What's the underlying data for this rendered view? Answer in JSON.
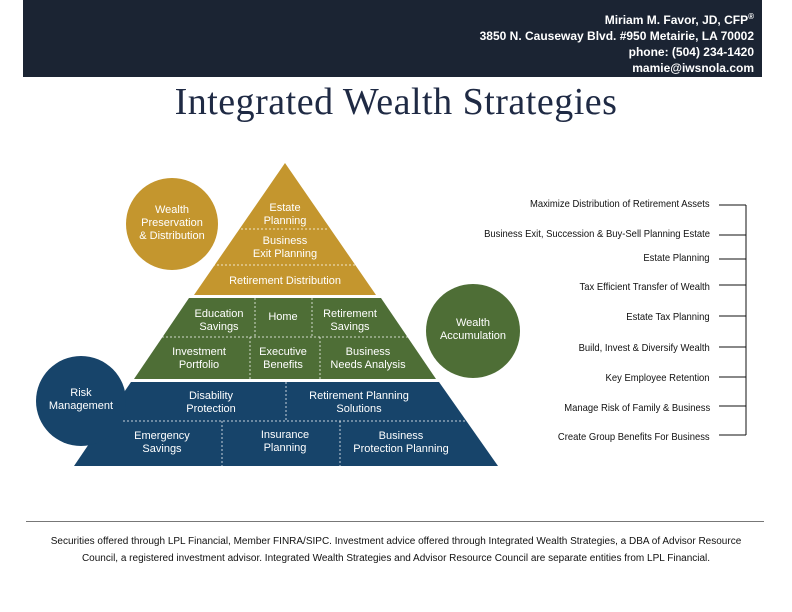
{
  "contact": {
    "name": "Miriam M. Favor, JD, CFP",
    "reg_mark": "®",
    "address": "3850 N. Causeway Blvd. #950 Metairie, LA 70002",
    "phone": "phone: (504) 234-1420",
    "email": "mamie@iwsnola.com"
  },
  "title": "Integrated Wealth Strategies",
  "pyramid": {
    "top": {
      "color": "#c4962e",
      "cells": [
        "Estate\nPlanning",
        "Business\nExit Planning",
        "Retirement Distribution"
      ]
    },
    "middle": {
      "color": "#4e6e36",
      "cells": [
        "Education\nSavings",
        "Home",
        "Retirement\nSavings",
        "Investment\nPortfolio",
        "Executive\nBenefits",
        "Business\nNeeds Analysis"
      ]
    },
    "bottom": {
      "color": "#17446a",
      "cells": [
        "Disability\nProtection",
        "Retirement Planning\nSolutions",
        "Emergency\nSavings",
        "Insurance\nPlanning",
        "Business\nProtection Planning"
      ]
    }
  },
  "circles": {
    "preservation": "Wealth\nPreservation\n& Distribution",
    "accumulation": "Wealth\nAccumulation",
    "risk": "Risk\nManagement"
  },
  "right_list": [
    "Maximize Distribution of Retirement Assets",
    "Business Exit, Succession & Buy-Sell Planning Estate",
    "Estate Planning",
    "Tax  Efficient  Transfer  of  Wealth",
    "Estate  Tax  Planning",
    "Build, Invest & Diversify Wealth",
    "Key Employee Retention",
    "Manage Risk of Family & Business",
    "Create Group Benefits For Business"
  ],
  "disclaimer": "Securities offered through LPL Financial, Member FINRA/SIPC. Investment advice offered through Integrated Wealth Strategies, a DBA of Advisor Resource Council, a registered investment advisor. Integrated Wealth Strategies and Advisor Resource Council are separate entities from LPL Financial."
}
